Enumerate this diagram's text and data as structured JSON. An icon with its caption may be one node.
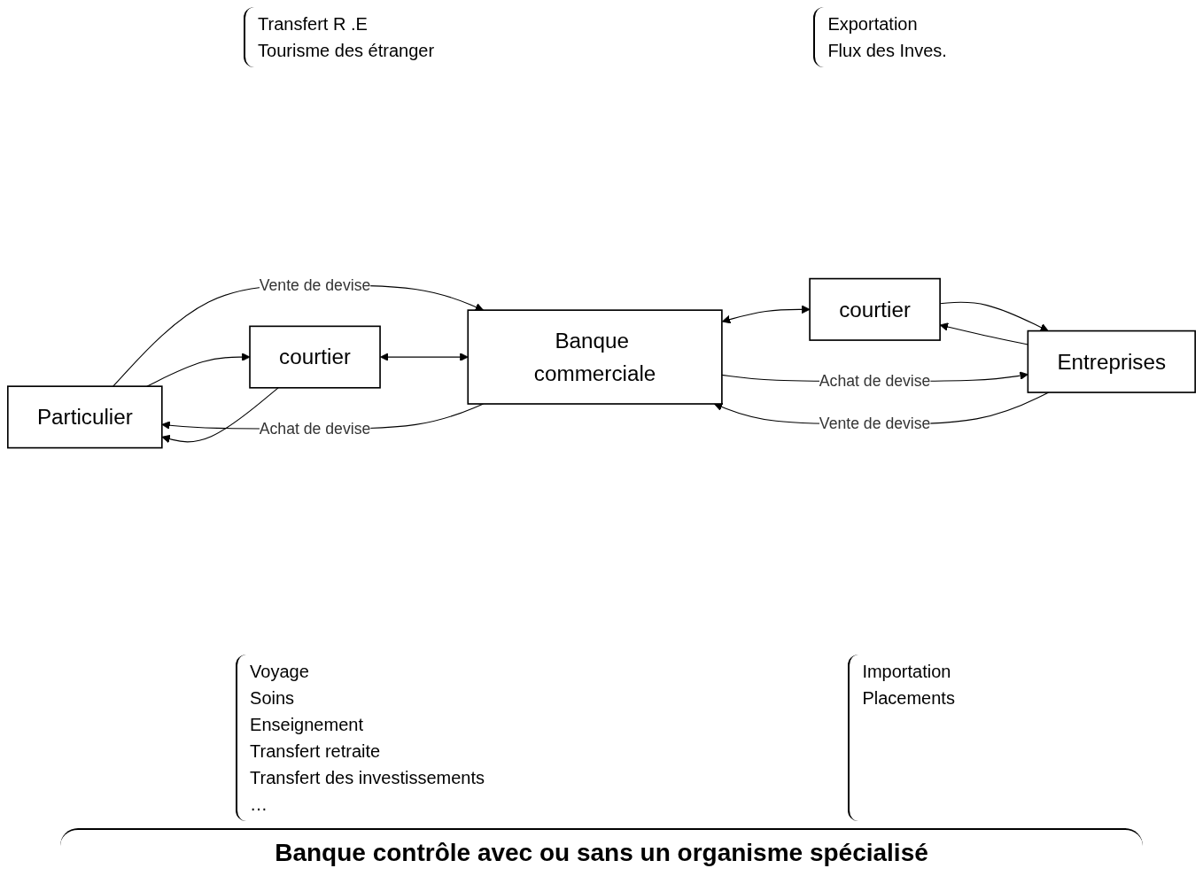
{
  "diagram": {
    "caption": "Banque contrôle avec ou sans un organisme spécialisé",
    "nodes": [
      {
        "text": [
          "Particulier"
        ]
      },
      {
        "text": [
          "courtier"
        ]
      },
      {
        "text": [
          "Banque commerciale"
        ]
      },
      {
        "text": [
          "courtier"
        ]
      },
      {
        "text": [
          "Entreprises"
        ]
      }
    ],
    "edges": [
      {
        "from": 0,
        "to": 2,
        "arrow": "to",
        "label": "Vente de devise"
      },
      {
        "from": 0,
        "to": 1,
        "arrow": "to"
      },
      {
        "from": 1,
        "to": 0,
        "arrow": "to"
      },
      {
        "from": 1,
        "to": 2,
        "arrow": "both"
      },
      {
        "from": 2,
        "to": 0,
        "arrow": "to",
        "label": "Achat de devise"
      },
      {
        "from": 4,
        "to": 2,
        "arrow": "to",
        "label": "Vente de devise"
      },
      {
        "from": 2,
        "to": 3,
        "arrow": "both"
      },
      {
        "from": 4,
        "to": 3,
        "arrow": "to"
      },
      {
        "from": 3,
        "to": 4,
        "arrow": "to"
      },
      {
        "from": 2,
        "to": 4,
        "arrow": "to",
        "label": "Achat de devise"
      }
    ],
    "labels": [
      "Transfert R .E",
      "Tourisme des étranger",
      "Exportation",
      "Flux des Inves.",
      "Voyage",
      "Soins",
      "Enseignement",
      "Transfert retraite",
      "Transfert des investissements",
      "…",
      "Importation",
      "Placements"
    ]
  }
}
